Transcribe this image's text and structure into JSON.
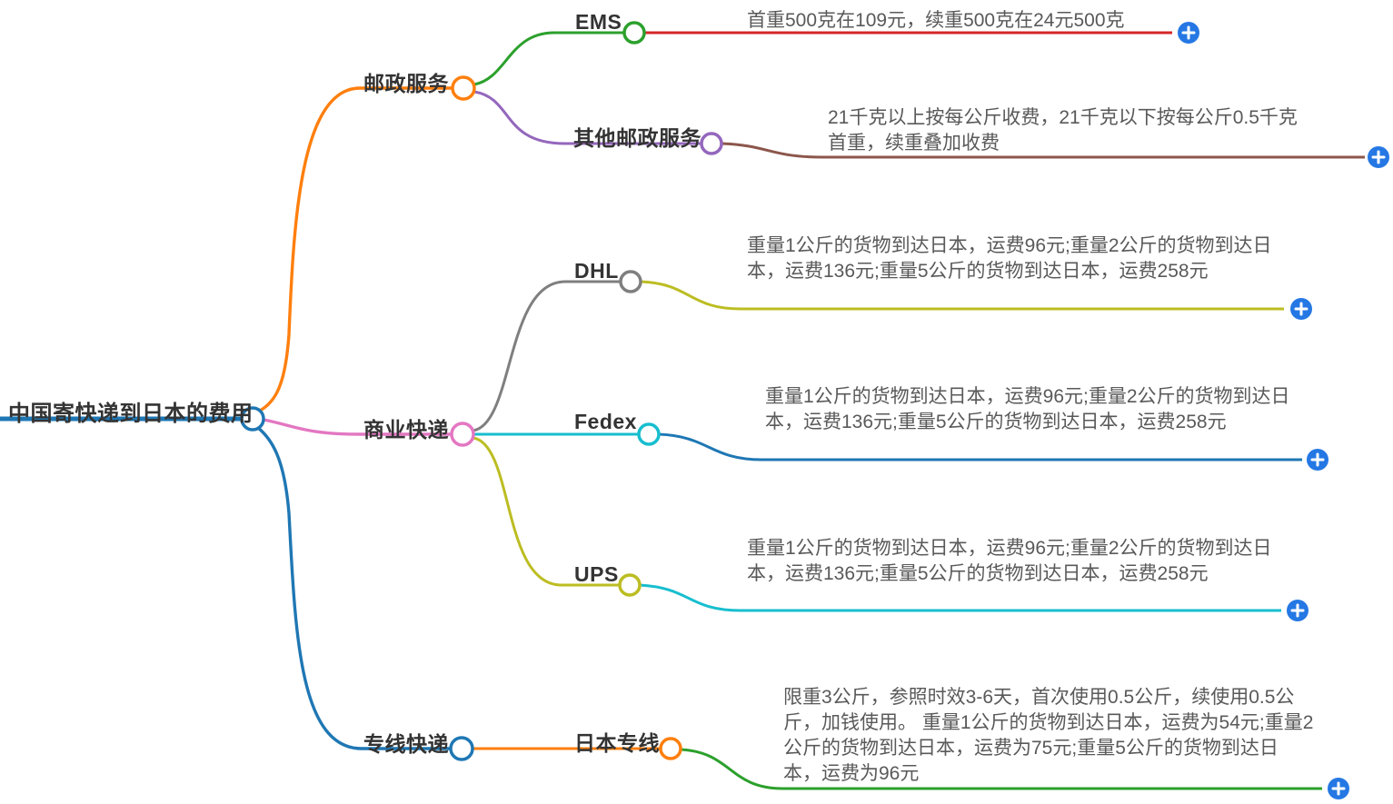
{
  "palette": {
    "blue": "#1f77b4",
    "orange": "#ff7f0e",
    "green": "#2ca02c",
    "red": "#d62728",
    "purple": "#9467bd",
    "brown": "#8c564b",
    "pink": "#e377c2",
    "gray": "#7f7f7f",
    "olive": "#bcbd22",
    "cyan": "#17becf",
    "plus_button": "#2578e4",
    "label_text": "#333333",
    "detail_text": "#595959"
  },
  "icons": {
    "plus": "+"
  },
  "root": {
    "label": "中国寄快递到日本的费用"
  },
  "branches": [
    {
      "label": "邮政服务",
      "children": [
        {
          "label": "EMS",
          "detail": "首重500克在109元，续重500克在24元500克"
        },
        {
          "label": "其他邮政服务",
          "detail": "21千克以上按每公斤收费，21千克以下按每公斤0.5千克首重，续重叠加收费"
        }
      ]
    },
    {
      "label": "商业快递",
      "children": [
        {
          "label": "DHL",
          "detail": "重量1公斤的货物到达日本，运费96元;重量2公斤的货物到达日本，运费136元;重量5公斤的货物到达日本，运费258元"
        },
        {
          "label": "Fedex",
          "detail": "重量1公斤的货物到达日本，运费96元;重量2公斤的货物到达日本，运费136元;重量5公斤的货物到达日本，运费258元"
        },
        {
          "label": "UPS",
          "detail": "重量1公斤的货物到达日本，运费96元;重量2公斤的货物到达日本，运费136元;重量5公斤的货物到达日本，运费258元"
        }
      ]
    },
    {
      "label": "专线快递",
      "children": [
        {
          "label": "日本专线",
          "detail": "限重3公斤，参照时效3-6天，首次使用0.5公斤，续使用0.5公斤，加钱使用。 重量1公斤的货物到达日本，运费为54元;重量2公斤的货物到达日本，运费为75元;重量5公斤的货物到达日本，运费为96元"
        }
      ]
    }
  ]
}
